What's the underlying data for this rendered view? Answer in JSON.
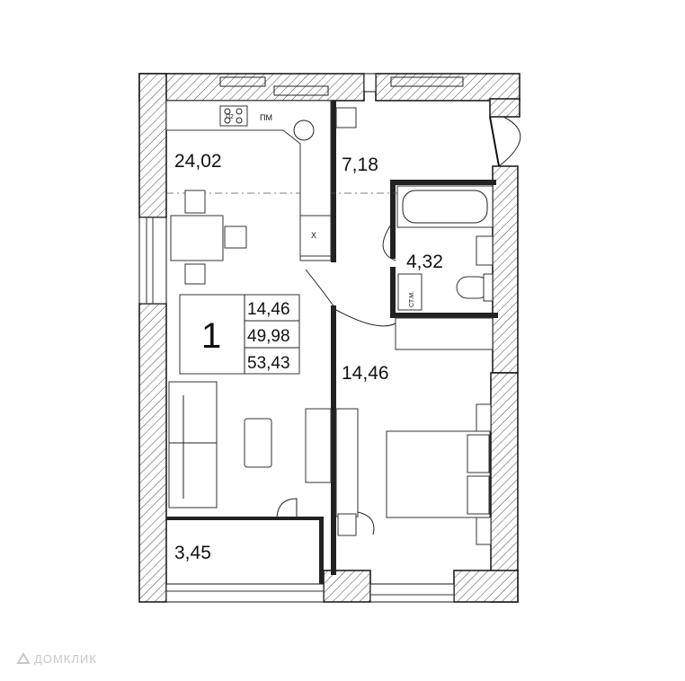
{
  "apartment": {
    "rooms_count": "1",
    "living_area": "14,46",
    "total_area": "49,98",
    "total_area_with_balcony": "53,43"
  },
  "rooms": {
    "kitchen": "24,02",
    "hall": "7,18",
    "bathroom": "4,32",
    "bedroom": "14,46",
    "balcony": "3,45"
  },
  "labels": {
    "dishwasher": "ПМ",
    "stove": "П2",
    "washer": "СТ.М.",
    "fridge": "Х"
  },
  "watermark": {
    "brand": "ДОМКЛИК"
  }
}
